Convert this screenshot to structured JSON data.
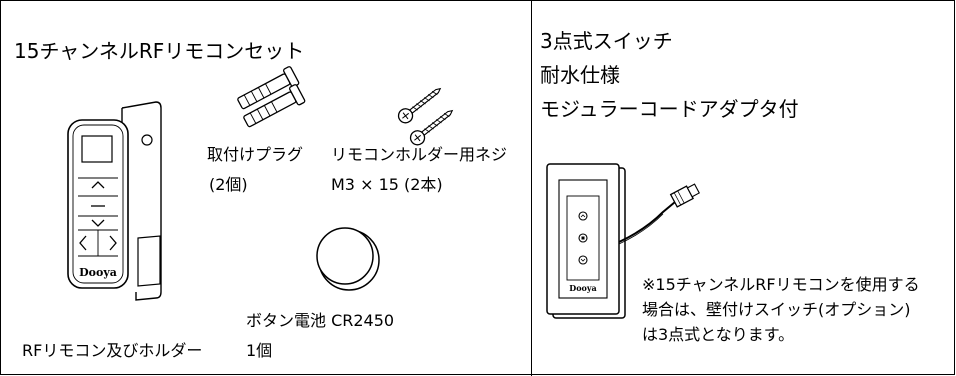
{
  "left_panel": {
    "title": "15チャンネルRFリモコンセット",
    "plug_label": "取付けプラグ",
    "plug_qty": "(2個)",
    "screw_label": "リモコンホルダー用ネジ",
    "screw_qty": "M3 × 15 (2本)",
    "battery_label": "ボタン電池 CR2450",
    "battery_qty": "1個",
    "remote_label": "RFリモコン及びホルダー",
    "remote_brand": "Dooya"
  },
  "right_panel": {
    "line1": "3点式スイッチ",
    "line2": "耐水仕様",
    "line3": "モジュラーコードアダプタ付",
    "switch_brand": "Dooya",
    "note_line1": "※15チャンネルRFリモコンを使用する",
    "note_line2": "場合は、壁付けスイッチ(オプション)",
    "note_line3": "は3点式となります。"
  },
  "icons": [
    "remote-holder-icon",
    "wall-plug-icon",
    "screw-icon",
    "coin-battery-icon",
    "wall-switch-icon"
  ]
}
